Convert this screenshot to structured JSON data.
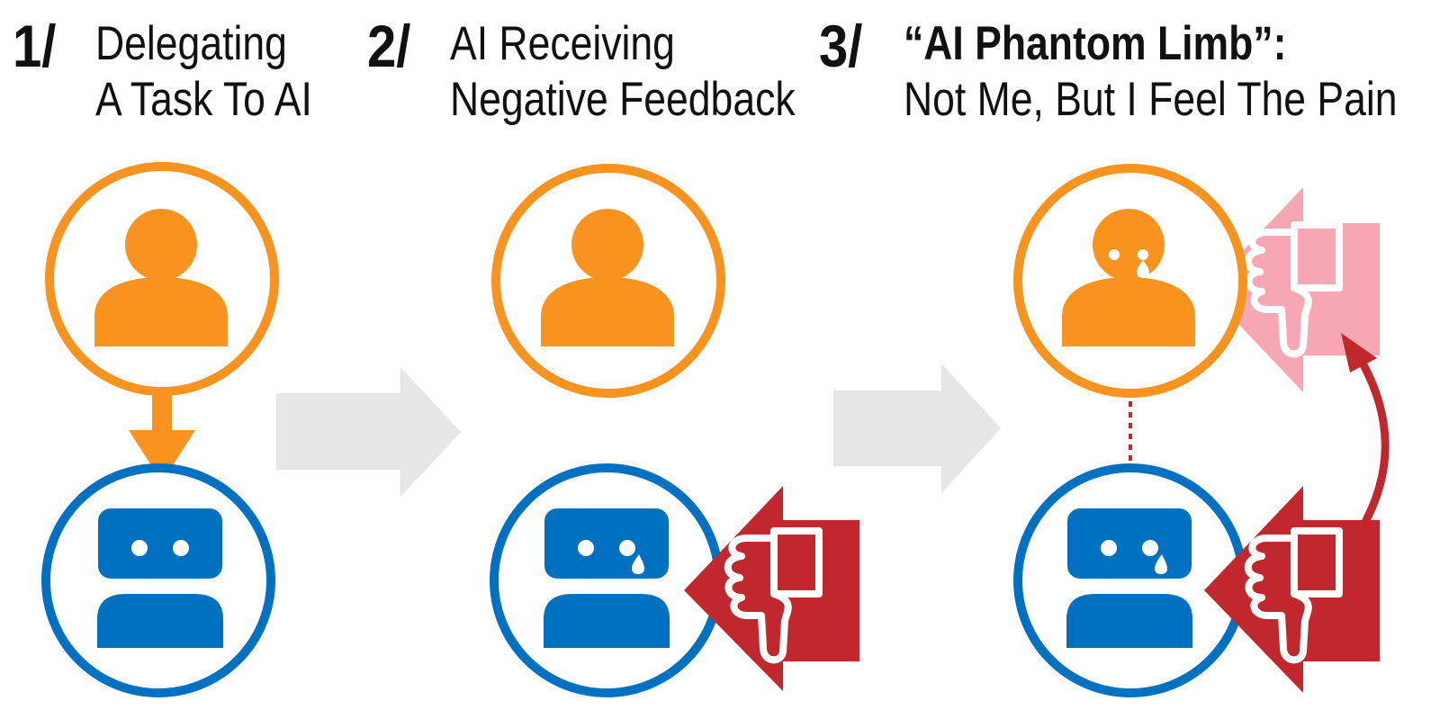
{
  "panels": [
    {
      "number": "1/",
      "line1": "Delegating",
      "line2": "A Task To AI"
    },
    {
      "number": "2/",
      "line1": "AI Receiving",
      "line2": "Negative Feedback"
    },
    {
      "number": "3/",
      "line1": "“AI Phantom Limb”:",
      "line2": "Not Me, But I Feel The Pain"
    }
  ],
  "colors": {
    "human": "#F7931E",
    "ai": "#0070C0",
    "feedback": "#C0282D",
    "feedback_light": "#F7A7B4",
    "flow_arrow": "#E6E6E6",
    "text": "#111111"
  },
  "icons": [
    "person-icon",
    "robot-icon",
    "thumbs-down-icon",
    "arrow-icon"
  ]
}
